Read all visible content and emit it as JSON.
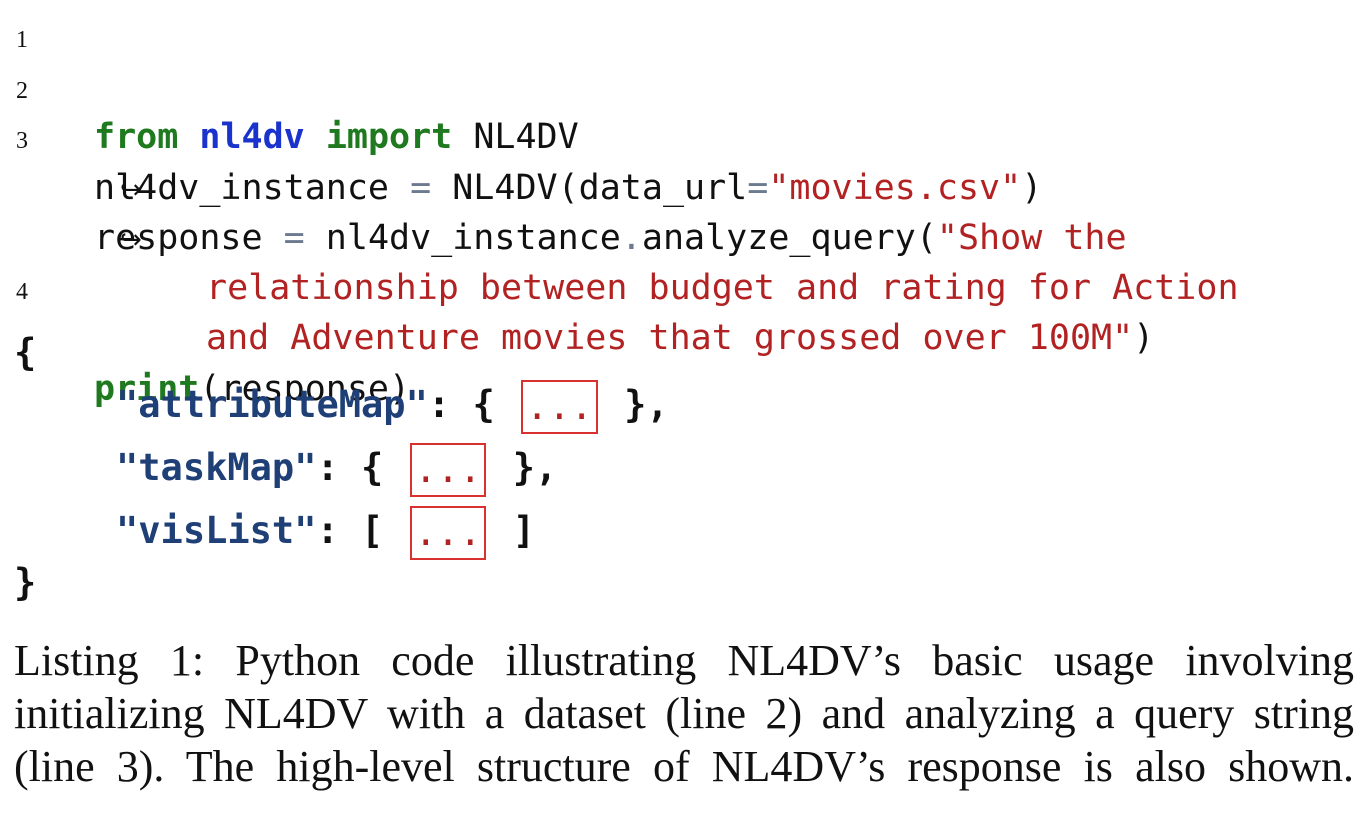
{
  "code": {
    "lines": [
      {
        "number": "1",
        "parts": {
          "kw_from": "from",
          "module": "nl4dv",
          "kw_import": "import",
          "rest": " NL4DV"
        }
      },
      {
        "number": "2",
        "parts": {
          "lhs": "nl4dv_instance ",
          "eq": "=",
          "call": " NL4DV(data_url",
          "eq2": "=",
          "str": "\"movies.csv\"",
          "close": ")"
        }
      },
      {
        "number": "3",
        "parts": {
          "lhs": "response ",
          "eq": "=",
          "obj": " nl4dv_instance",
          "dot": ".",
          "method": "analyze_query(",
          "str": "\"Show the"
        }
      },
      {
        "number": "",
        "continuation": true,
        "arrow": "↪",
        "text": "relationship between budget and rating for Action"
      },
      {
        "number": "",
        "continuation": true,
        "arrow": "↪",
        "text": "and Adventure movies that grossed over 100M\"",
        "close": ")"
      },
      {
        "number": "4",
        "parts": {
          "kw_print": "print",
          "rest": "(response)"
        }
      }
    ]
  },
  "json_response": {
    "open_brace": "{",
    "close_brace": "}",
    "entries": [
      {
        "key": "\"attributeMap\"",
        "colon": ":",
        "open": "{",
        "ellipsis": "...",
        "close": "},"
      },
      {
        "key": "\"taskMap\"",
        "colon": ":",
        "open": "{",
        "ellipsis": "...",
        "close": "},"
      },
      {
        "key": "\"visList\"",
        "colon": ":",
        "open": "[",
        "ellipsis": "...",
        "close": "]"
      }
    ]
  },
  "caption": {
    "lines": [
      "Listing 1: Python code illustrating NL4DV’s basic usage involving",
      "initializing NL4DV with a dataset (line 2) and analyzing a query string",
      "(line 3). The high-level structure of NL4DV’s response is also shown."
    ]
  },
  "colors": {
    "keyword": "#1f7a1f",
    "module": "#1a33cc",
    "string": "#b22222",
    "json_key": "#1f3f77",
    "ellipsis_border": "#d93030"
  }
}
